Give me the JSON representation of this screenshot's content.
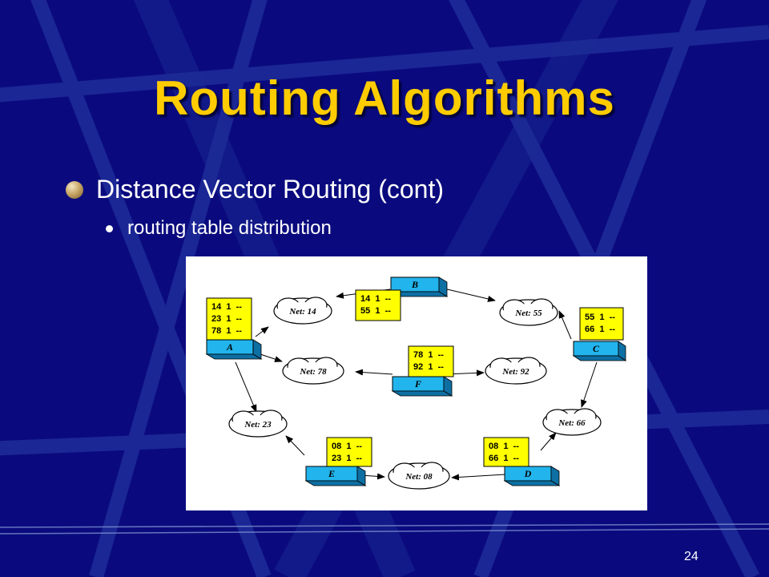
{
  "title": "Routing Algorithms",
  "bullet_level1": "Distance Vector Routing (cont)",
  "bullet_level2": "routing table distribution",
  "page_number": "24",
  "colors": {
    "background": "#0a0a7e",
    "title": "#ffcc00",
    "router": "#22b4ec",
    "table": "#ffff00"
  },
  "routers": [
    {
      "id": "A",
      "label": "A",
      "rows": [
        "14  1  --",
        "23  1  --",
        "78  1  --"
      ]
    },
    {
      "id": "B",
      "label": "B",
      "rows": [
        "14  1  --",
        "55  1  --"
      ]
    },
    {
      "id": "C",
      "label": "C",
      "rows": [
        "55  1  --",
        "66  1  --"
      ]
    },
    {
      "id": "D",
      "label": "D",
      "rows": [
        "08  1  --",
        "66  1  --"
      ]
    },
    {
      "id": "E",
      "label": "E",
      "rows": [
        "08  1  --",
        "23  1  --"
      ]
    },
    {
      "id": "F",
      "label": "F",
      "rows": [
        "78  1  --",
        "92  1  --"
      ]
    }
  ],
  "networks": [
    {
      "id": "n14",
      "label": "Net: 14"
    },
    {
      "id": "n55",
      "label": "Net: 55"
    },
    {
      "id": "n78",
      "label": "Net: 78"
    },
    {
      "id": "n92",
      "label": "Net: 92"
    },
    {
      "id": "n23",
      "label": "Net: 23"
    },
    {
      "id": "n66",
      "label": "Net: 66"
    },
    {
      "id": "n08",
      "label": "Net: 08"
    }
  ]
}
